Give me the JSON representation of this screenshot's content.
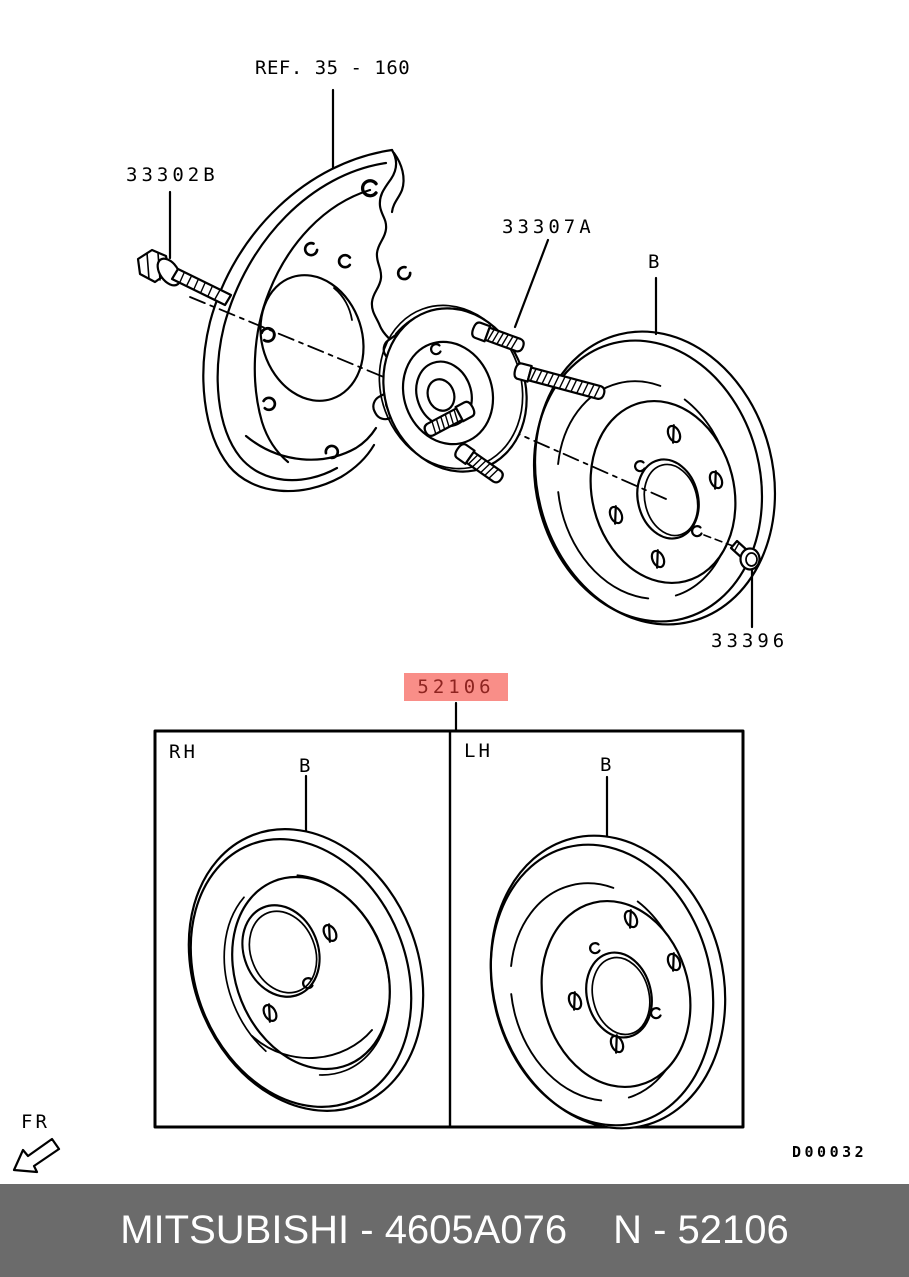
{
  "diagram": {
    "ref_label": "REF. 35 - 160",
    "part_labels": {
      "backing_plate_bolt": "33302B",
      "hub_assembly": "33307A",
      "disc_letter_top": "B",
      "lock_screw": "33396",
      "selected_part": "52106"
    },
    "panel": {
      "rh_label": "RH",
      "lh_label": "LH",
      "rh_disc_letter": "B",
      "lh_disc_letter": "B"
    },
    "front_marker": "FR",
    "drawing_code": "D00032",
    "colors": {
      "highlight_bg": "#f98e88",
      "highlight_text": "#8e2420",
      "footer_bg": "#6b6b6b",
      "footer_text": "#ffffff",
      "line_color": "#000000"
    }
  },
  "footer": {
    "brand_part": "MITSUBISHI - 4605A076",
    "catalog_number": "N - 52106"
  }
}
